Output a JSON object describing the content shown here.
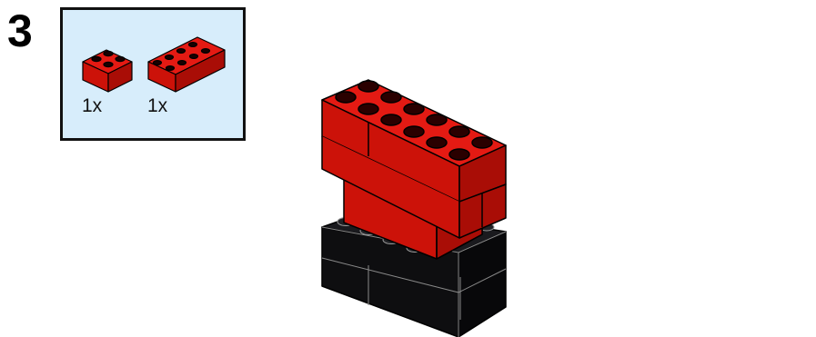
{
  "step": {
    "number": "3"
  },
  "parts_list": {
    "items": [
      {
        "part": "red-2x2-brick",
        "quantity": "1x"
      },
      {
        "part": "red-2x4-brick",
        "quantity": "1x"
      }
    ]
  },
  "colors": {
    "parts_box_background": "#d7edfb",
    "brick_red_top": "#e41a13",
    "brick_red_left": "#cc1209",
    "brick_red_right": "#a90d06",
    "brick_black": "#0e0e10",
    "outline": "#000000"
  }
}
